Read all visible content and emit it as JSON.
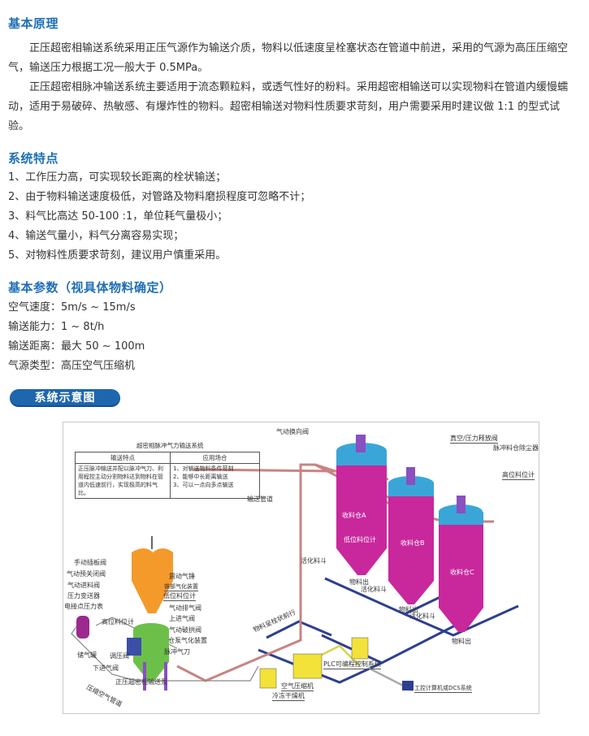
{
  "sections": {
    "principle": {
      "title": "基本原理",
      "paragraphs": [
        "正压超密相输送系统采用正压气源作为输送介质，物料以低速度呈栓塞状态在管道中前进，采用的气源为高压压缩空气，输送压力根据工况一般大于 0.5MPa。",
        "正压超密相脉冲输送系统主要适用于流态颗粒料，或透气性好的粉料。采用超密相输送可以实现物料在管道内缓慢蠕动，适用于易破碎、热敏感、有爆炸性的物料。超密相输送对物料性质要求苛刻，用户需要采用时建议做 1:1 的型式试验。"
      ]
    },
    "features": {
      "title": "系统特点",
      "items": [
        "1、工作压力高，可实现较长距离的栓状输送；",
        "2、由于物料输送速度极低，对管路及物料磨损程度可忽略不计；",
        "3、料气比高达 50-100 :1，单位耗气量极小；",
        "4、输送气量小，料气分离容易实现；",
        "5、对物料性质要求苛刻，建议用户慎重采用。"
      ]
    },
    "params": {
      "title": "基本参数（视具体物料确定）",
      "items": [
        "空气速度：5m/s ~ 15m/s",
        "输送能力：1 ~ 8t/h",
        "输送距离：最大 50 ~ 100m",
        "气源类型：高压空气压缩机"
      ]
    },
    "diagram_button": {
      "label": "系统示意图"
    }
  },
  "diagram": {
    "table": {
      "title": "超密相脉冲气力输送系统",
      "headers": [
        "输送特点",
        "应用场合"
      ],
      "feature_text": "正压脉冲输送并配以脉冲气刀、利用程控主动分割物料达到物料在管道内低速前行，实现极高的料气比。",
      "applications": [
        "1、对输送物料条件苛刻",
        "2、能够中长距离输送",
        "3、可以一点向多点输送"
      ]
    },
    "labels": {
      "reversing_valve": "气动换向阀",
      "vacuum_valve": "真空/压力释放阀",
      "dust_collector": "脉冲料仓除尘器",
      "high_level_right": "高位料位计",
      "conveying_pipe": "输送管道",
      "bin_a": "收料仓A",
      "bin_b": "收料仓B",
      "bin_c": "收料仓C",
      "low_level_bin": "低位料位计",
      "hopper_a": "活化料斗",
      "hopper_b": "活化料斗",
      "hopper_c": "活化料斗",
      "out_a": "物料出",
      "out_b": "物料出",
      "out_c": "物料出",
      "manual_gate": "手动插板阀",
      "pre_close_valve": "气动预关闭阀",
      "feed_valve": "气动进料阀",
      "pressure_transmitter": "压力变送器",
      "contact_gauge": "电接点压力表",
      "high_level_left": "高位料位计",
      "vibrator": "震动气锤",
      "cone_aerator": "锥部气化装置",
      "low_level_hopper": "低位料位计",
      "exhaust_valve": "气动排气阀",
      "upper_inlet": "上进气阀",
      "arch_breaker": "气动破拱阀",
      "pump_aerator": "仓泵气化装置",
      "air_knife": "脉冲气刀",
      "tank": "储气罐",
      "regulator": "调压阀",
      "lower_inlet": "下进气阀",
      "pump": "正压超密相输送泵",
      "compressed_air_pipe": "压缩空气管道",
      "plug_flow": "物料呈栓状前行",
      "compressor": "空气压缩机",
      "dryer": "冷冻干燥机",
      "plc": "PLC可编程控制系统",
      "computer": "工控计算机或DCS系统"
    },
    "colors": {
      "bin_body": "#c8289c",
      "bin_top": "#3aa6d8",
      "hopper": "#f39a2b",
      "pump": "#6cc04a",
      "tank": "#9b2a8e",
      "pipe_material": "#c98383",
      "pipe_blue": "#2e3f8f",
      "plc_yellow": "#f2e23a"
    }
  }
}
